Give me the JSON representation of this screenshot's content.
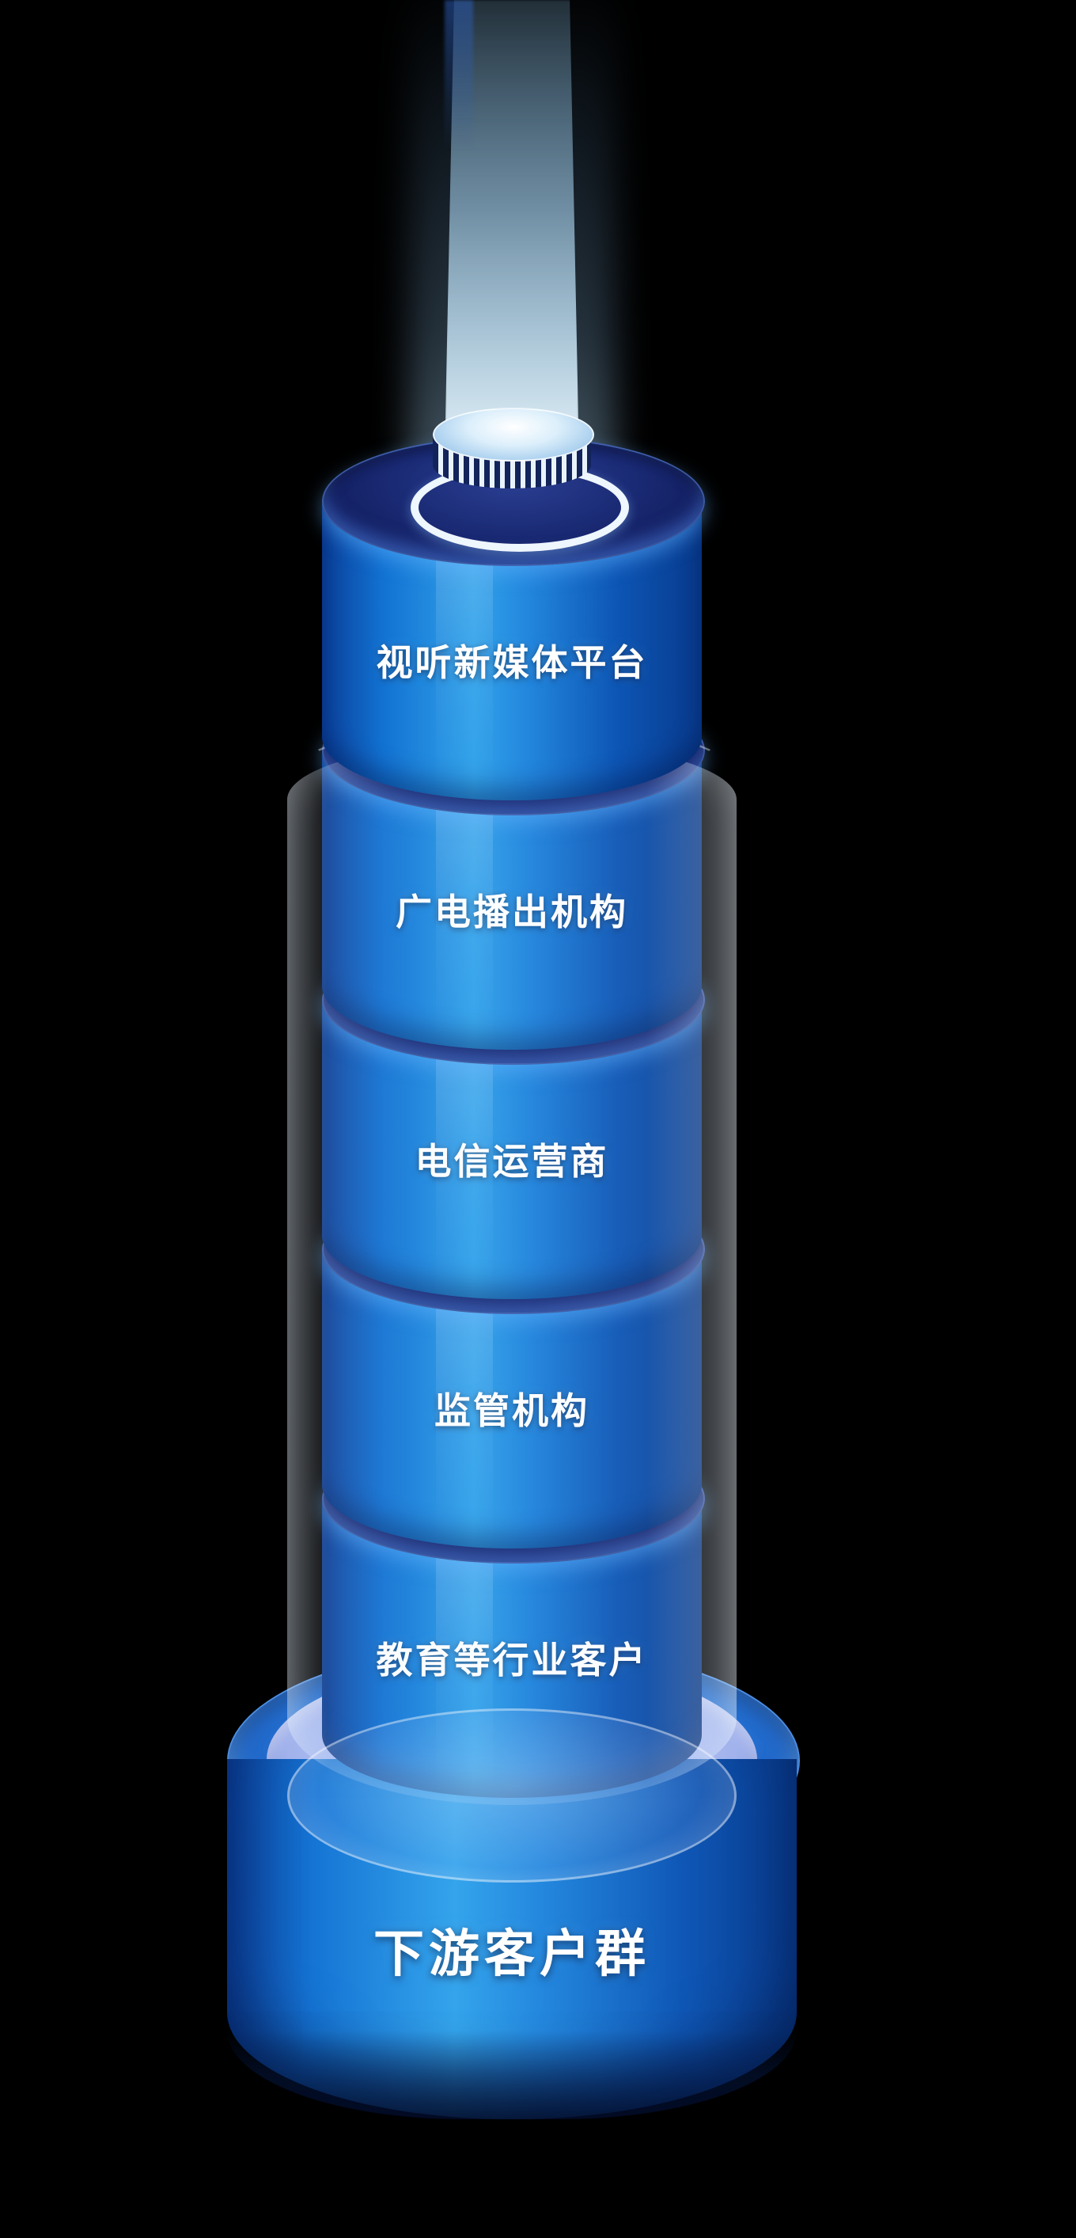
{
  "diagram": {
    "type": "stacked-cylinder-tower",
    "layers": [
      {
        "id": "layer-1",
        "label": "视听新媒体平台"
      },
      {
        "id": "layer-2",
        "label": "广电播出机构"
      },
      {
        "id": "layer-3",
        "label": "电信运营商"
      },
      {
        "id": "layer-4",
        "label": "监管机构"
      },
      {
        "id": "layer-5",
        "label": "教育等行业客户"
      }
    ],
    "base": {
      "label": "下游客户群"
    },
    "colors": {
      "background": "#000000",
      "cylinder_bright": "#31a2ea",
      "cylinder_dark": "#083a8c",
      "top_face_navy": "#16246e",
      "base_inner_ring": "#a9b8ee",
      "glass_tube": "#cfe4ff",
      "light_beam": "#cfeaff",
      "cap_stripe_dark": "#13245a",
      "cap_stripe_light": "#e9f3fc",
      "text": "#ffffff"
    }
  }
}
